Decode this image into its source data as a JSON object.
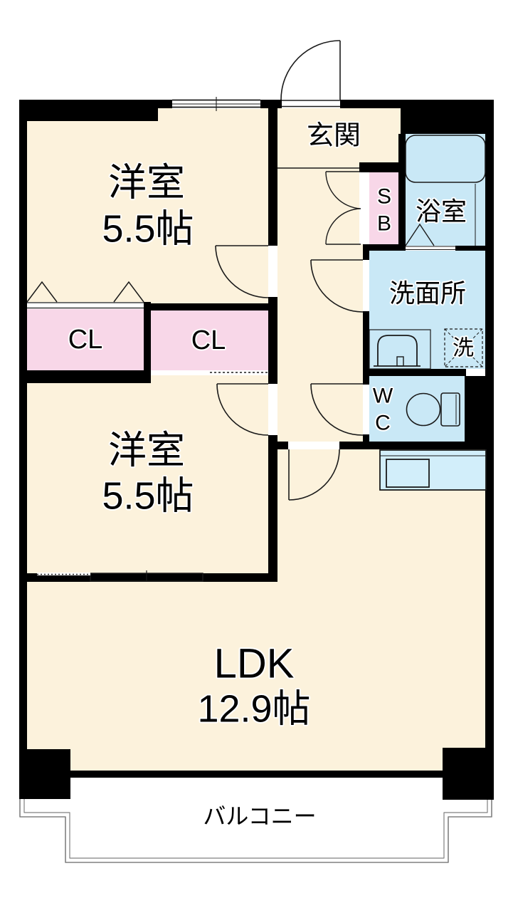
{
  "colors": {
    "wall": "#000000",
    "outline": "#1a1a1a",
    "room": "#fcf2dc",
    "closet": "#f8d7e8",
    "wet": "#c9e8f6",
    "counter": "#d2eefa",
    "railing": "#808080"
  },
  "labels": {
    "room1": {
      "name": "洋室",
      "size": "5.5帖"
    },
    "room2": {
      "name": "洋室",
      "size": "5.5帖"
    },
    "ldk": {
      "name": "LDK",
      "size": "12.9帖"
    },
    "genkan": "玄関",
    "shoebox": {
      "line1": "S",
      "line2": "B"
    },
    "bathroom": "浴室",
    "washroom": "洗面所",
    "washer": "洗",
    "toilet": {
      "line1": "W",
      "line2": "C"
    },
    "closet_left": "CL",
    "closet_right": "CL",
    "balcony": "バルコニー"
  }
}
